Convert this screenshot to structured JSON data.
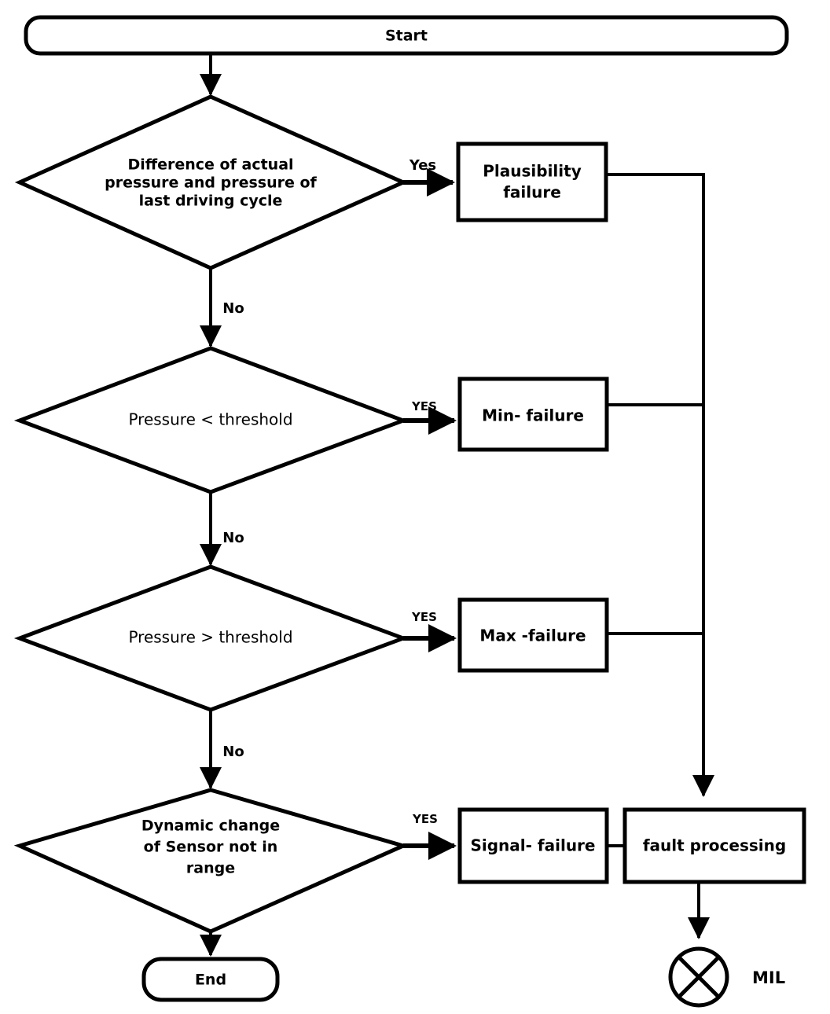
{
  "diagram": {
    "title": "Pressure sensor fault diagnosis flowchart",
    "type": "flowchart",
    "background_color": "#ffffff",
    "line_color": "#000000"
  },
  "nodes": {
    "start": {
      "label": "Start",
      "shape": "rounded-rectangle"
    },
    "decision_1": {
      "line_1": "Difference of  actual",
      "line_2": "pressure and pressure of",
      "line_3": "last driving cycle",
      "shape": "diamond"
    },
    "decision_2": {
      "label": "Pressure < threshold",
      "shape": "diamond"
    },
    "decision_3": {
      "label": "Pressure > threshold",
      "shape": "diamond"
    },
    "decision_4": {
      "line_1": "Dynamic change",
      "line_2": "of Sensor not in",
      "line_3": "range",
      "shape": "diamond"
    },
    "plausibility_failure": {
      "line_1": "Plausibility",
      "line_2": "failure",
      "shape": "rectangle"
    },
    "min_failure": {
      "label": "Min- failure",
      "shape": "rectangle"
    },
    "max_failure": {
      "label": "Max -failure",
      "shape": "rectangle"
    },
    "signal_failure": {
      "label": "Signal- failure",
      "shape": "rectangle"
    },
    "fault_processing": {
      "label": "fault processing",
      "shape": "rectangle"
    },
    "end": {
      "label": "End",
      "shape": "rounded-rectangle"
    },
    "mil": {
      "label": "MIL",
      "shape": "circle-with-cross"
    }
  },
  "edge_labels": {
    "yes_1": "Yes",
    "no_1": "No",
    "yes_2": "YES",
    "no_2": "No",
    "yes_3": "YES",
    "no_3": "No",
    "yes_4": "YES"
  }
}
